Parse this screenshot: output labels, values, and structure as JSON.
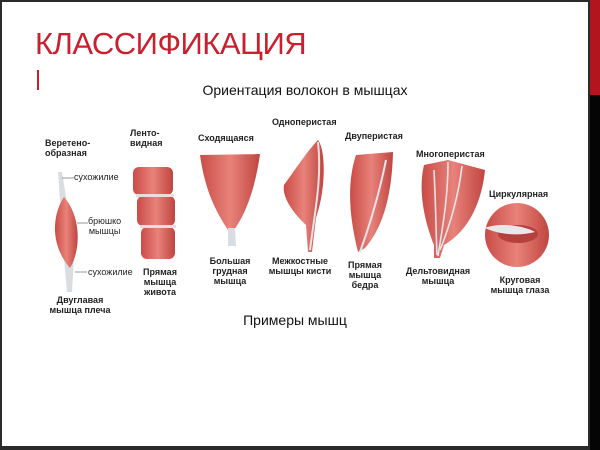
{
  "slide": {
    "title": "КЛАССИФИКАЦИЯ",
    "diagram_title": "Ориентация волокон в мышцах",
    "footer_title": "Примеры мышц"
  },
  "muscles": [
    {
      "type": "Веретено-\nобразная",
      "example": "Двуглавая\nмышца плеча",
      "parts": [
        "сухожилие",
        "брюшко\nмышцы",
        "сухожилие"
      ]
    },
    {
      "type": "Ленто-\nвидная",
      "example": "Прямая\nмышца\nживота"
    },
    {
      "type": "Сходящаяся",
      "example": "Большая\nгрудная\nмышца"
    },
    {
      "type": "Одноперистая",
      "example": "Межкостные\nмышцы кисти"
    },
    {
      "type": "Двуперистая",
      "example": "Прямая\nмышца\nбедра"
    },
    {
      "type": "Многоперистая",
      "example": "Дельтовидная\nмышца"
    },
    {
      "type": "Циркулярная",
      "example": "Круговая\nмышца глаза"
    }
  ],
  "colors": {
    "accent": "#c8202f",
    "muscle": "#d9675f",
    "tendon": "#d8dde2"
  }
}
